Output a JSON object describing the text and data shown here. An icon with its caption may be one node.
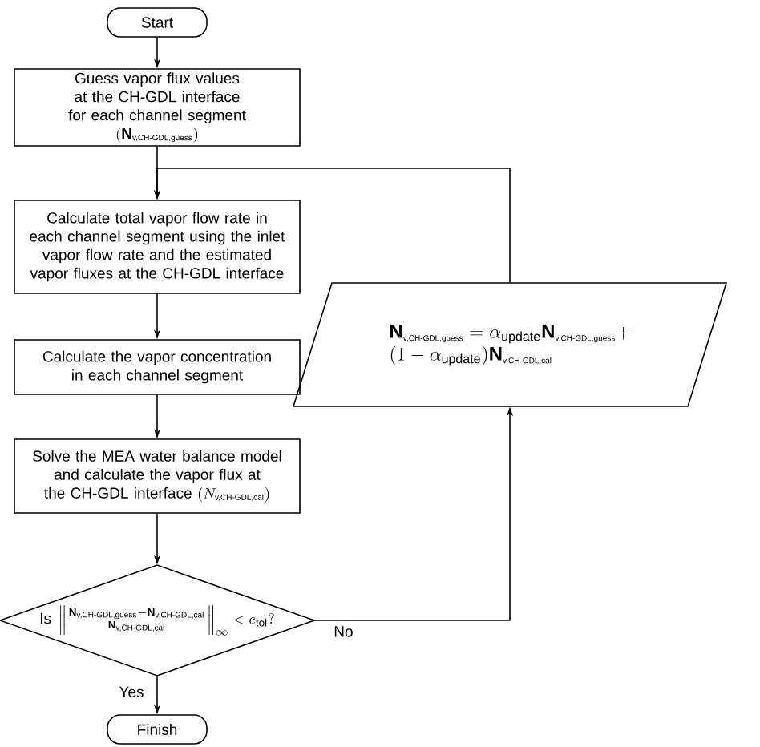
{
  "diagram": {
    "nodes": [
      {
        "text": [
          "Start"
        ]
      },
      {
        "text": [
          "Guess vapor flux values at the CH-GDL interface for each channel segment",
          "(\\mathbf{N}_{\\mbox{\\tiny v,CH-GDL,guess}})"
        ]
      },
      {
        "text": [
          "Calculate total vapor flow rate in each channel segment using the inlet vapor flow rate and the estimated vapor fluxes at the CH-GDL interface"
        ]
      },
      {
        "text": [
          "Calculate the vapor concentration in each channel segment"
        ]
      },
      {
        "text": [
          "Solve the MEA water balance model and calculate the vapor flux at the CH-GDL interface",
          "(N_{\\mbox{\\tiny v,CH-GDL,cal}})"
        ]
      },
      {
        "text": [
          "\\mbox{Is }\\left\\|\\frac{\\mathbf{N}_{\\mbox{\\tiny v,CH-GDL,guess}}-\\mathbf{N}_{\\mbox{\\tiny v,CH-GDL,cal}}}{\\mathbf{N}_{\\mbox{\\tiny v,CH-GDL,cal}}}\\right\\|_{\\infty}<e_{\\mathrm{tol}}?"
        ]
      },
      {
        "text": [
          "Finish"
        ]
      },
      {
        "text": [
          "\\begin{array}{l}\\mathbf{N}_{\\mbox{\\tiny v,CH-GDL,guess}}=\\alpha_{\\mathrm{update}}\\mathbf{N}_{\\mbox{\\tiny v,CH-GDL,guess}}+\\\\ (1-\\alpha_{\\mathrm{update}})\\mathbf{N}_{\\mbox{\\tiny v,CH-GDL,cal}}\\end{array}"
        ]
      }
    ],
    "edges": [
      {
        "from": 0,
        "to": 1,
        "arrow": "to"
      },
      {
        "from": 1,
        "to": 2,
        "arrow": "to"
      },
      {
        "from": 2,
        "to": 3,
        "arrow": "to"
      },
      {
        "from": 3,
        "to": 4,
        "arrow": "to"
      },
      {
        "from": 4,
        "to": 5,
        "arrow": "to"
      },
      {
        "from": 5,
        "to": 6,
        "arrow": "to",
        "label": "Yes"
      },
      {
        "from": 5,
        "to": 7,
        "arrow": "to",
        "label": "No"
      },
      {
        "from": 7,
        "to": 2,
        "arrow": "to"
      }
    ]
  }
}
